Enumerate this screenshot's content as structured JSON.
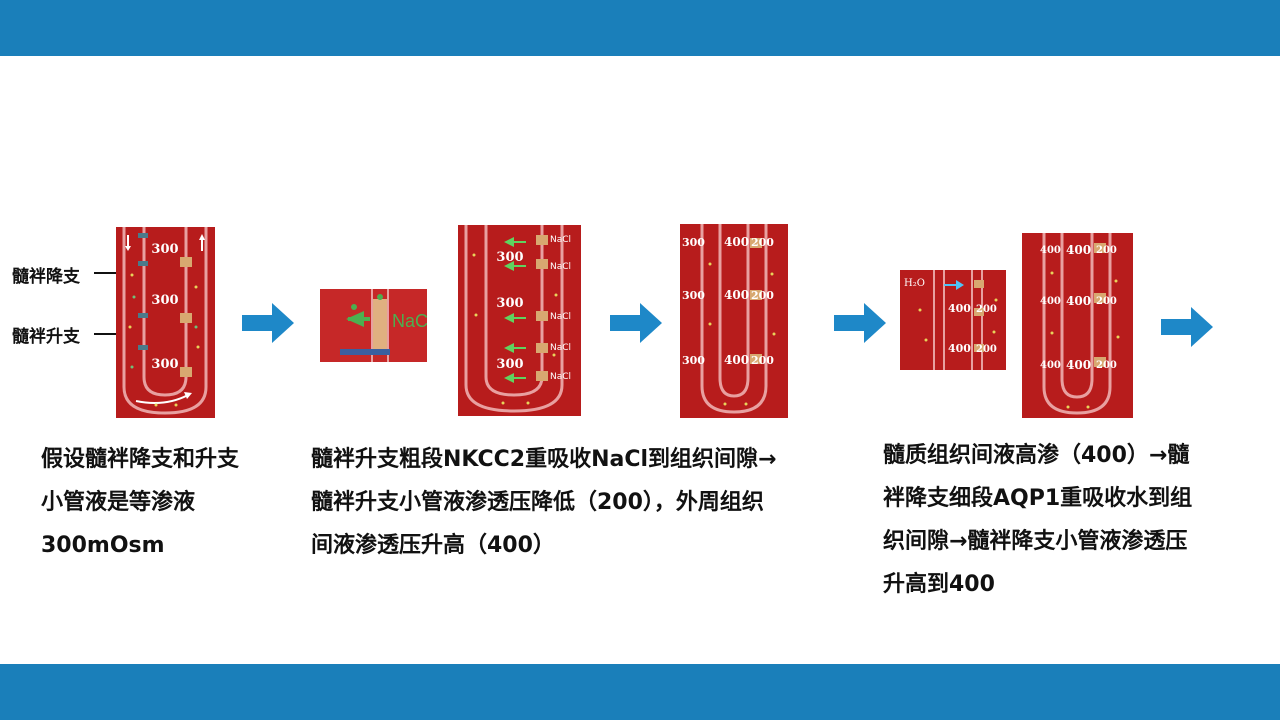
{
  "colors": {
    "bar": "#1a7fba",
    "panel_red": "#b71c1c",
    "arrow_blue": "#1e88c8",
    "tubule_pink": "#e8a0a0"
  },
  "labels": {
    "descending_limb": "髓袢降支",
    "ascending_limb": "髓袢升支"
  },
  "panel1": {
    "value1": "300",
    "value2": "300",
    "value3": "300"
  },
  "panel2": {
    "nacl": "NaCl"
  },
  "panel3": {
    "value1": "300",
    "value2": "300",
    "value3": "300",
    "nacl": "NaCl"
  },
  "panel4": {
    "rows": [
      [
        "300",
        "400",
        "200"
      ],
      [
        "300",
        "400",
        "200"
      ],
      [
        "300",
        "400",
        "200"
      ]
    ]
  },
  "panel5": {
    "h2o": "H₂O",
    "rows": [
      [
        "400",
        "200"
      ],
      [
        "400",
        "200"
      ]
    ]
  },
  "panel6": {
    "rows": [
      [
        "400",
        "400",
        "200"
      ],
      [
        "400",
        "400",
        "200"
      ],
      [
        "400",
        "400",
        "200"
      ]
    ]
  },
  "caption1": {
    "line1": "假设髓袢降支和升支",
    "line2": "小管液是等渗液",
    "line3": "300mOsm"
  },
  "caption2": {
    "line1": "髓袢升支粗段NKCC2重吸收NaCl到组织间隙→",
    "line2": "髓袢升支小管液渗透压降低（200），外周组织",
    "line3": "间液渗透压升高（400）"
  },
  "caption3": {
    "line1": "髓质组织间液高渗（400）→髓",
    "line2": "袢降支细段AQP1重吸收水到组",
    "line3": "织间隙→髓袢降支小管液渗透压",
    "line4": "升高到400"
  }
}
